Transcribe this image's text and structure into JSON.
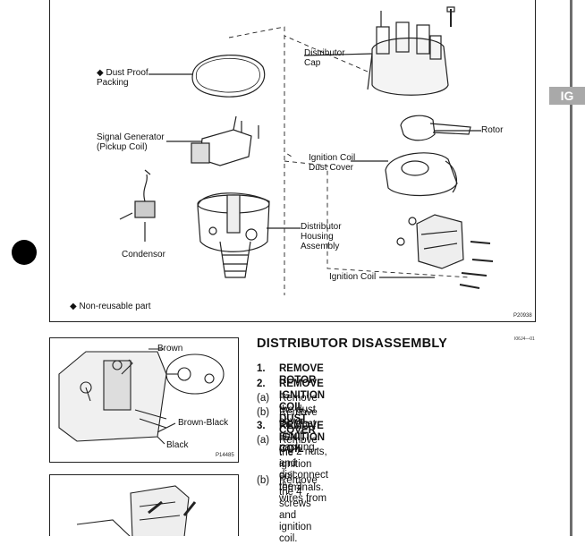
{
  "tab": {
    "label": "IG"
  },
  "figure_main": {
    "labels": {
      "dust_proof_packing": "◆ Dust Proof\nPacking",
      "signal_generator": "Signal Generator\n(Pickup Coil)",
      "condensor": "Condensor",
      "distributor_cap": "Distributor\nCap",
      "rotor": "Rotor",
      "ignition_coil_dust_cover": "Ignition Coil\nDust Cover",
      "distributor_housing": "Distributor\nHousing\nAssembly",
      "ignition_coil": "Ignition Coil",
      "non_reusable": "◆  Non-reusable part"
    },
    "code": "P20938"
  },
  "figure_wires": {
    "labels": {
      "brown": "Brown",
      "brown_black": "Brown-Black",
      "black": "Black"
    },
    "code": "P14485"
  },
  "section": {
    "title": "DISTRIBUTOR DISASSEMBLY",
    "code": "I06J4—01",
    "steps": [
      {
        "no": "1.",
        "text": "REMOVE ROTOR",
        "bold": true
      },
      {
        "no": "2.",
        "text": "REMOVE IGNITION COIL DUST COVER",
        "bold": true
      },
      {
        "no": "(a)",
        "text": "Remove the dust cover.",
        "bold": false
      },
      {
        "no": "(b)",
        "text": "Remove the dust proof packing.",
        "bold": false
      },
      {
        "no": "3.",
        "text": "REMOVE IGNITION COIL",
        "bold": true
      },
      {
        "no": "(a)",
        "text": "Remove the 2 nuts, and disconnect the 3 wires from",
        "bold": false
      },
      {
        "no": "",
        "text": "the ignition coil terminals.",
        "bold": false
      },
      {
        "no": "(b)",
        "text": "Remove the 4 screws and ignition coil.",
        "bold": false
      }
    ]
  }
}
